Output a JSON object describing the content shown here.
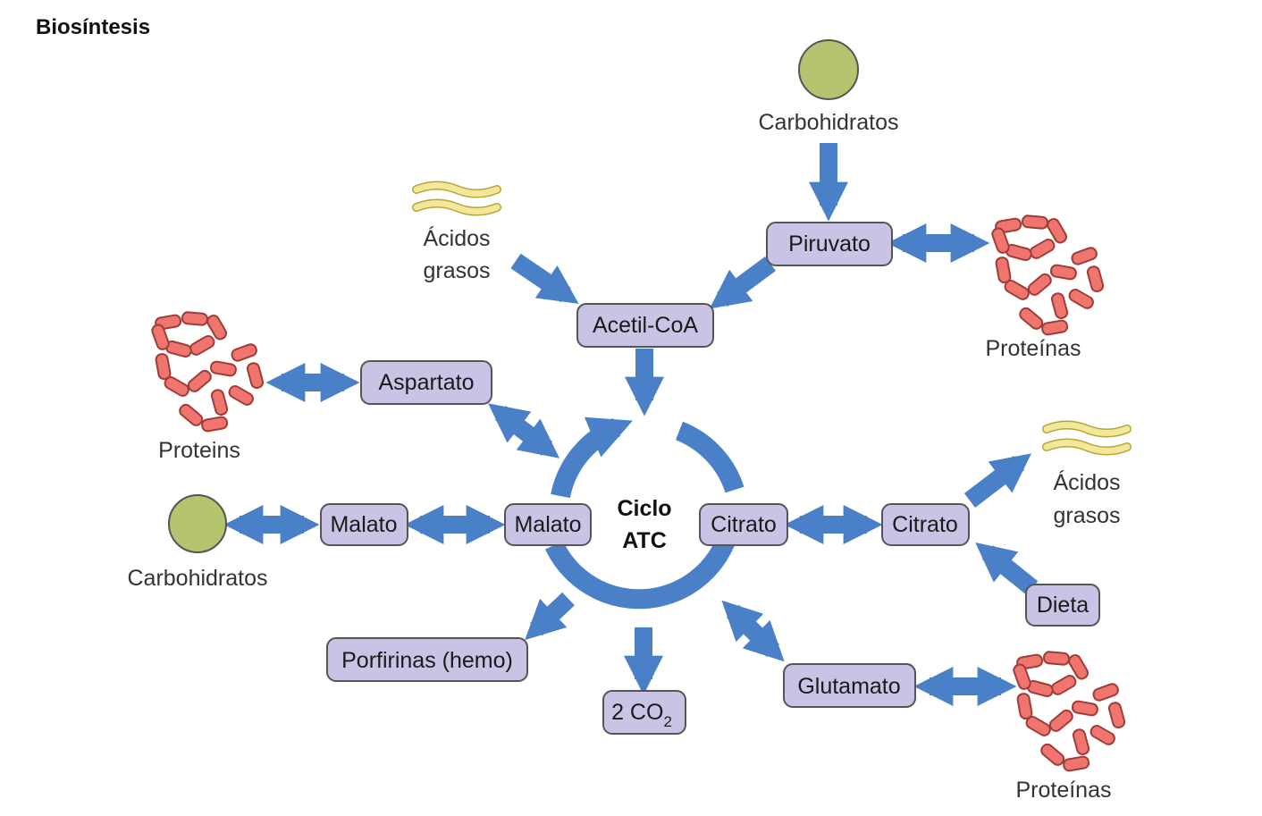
{
  "title": "Biosíntesis",
  "colors": {
    "arrow": "#4a80c8",
    "box_fill": "#c9c3e6",
    "box_stroke": "#555555",
    "carb_fill": "#b5c46e",
    "lipid_fill": "#f4e79a",
    "protein_fill": "#f0756e"
  },
  "cycle": {
    "line1": "Ciclo",
    "line2": "ATC"
  },
  "boxes": {
    "piruvato": "Piruvato",
    "acetil": "Acetil-CoA",
    "aspartato": "Aspartato",
    "malato_outer": "Malato",
    "malato_inner": "Malato",
    "citrato_inner": "Citrato",
    "citrato_outer": "Citrato",
    "dieta": "Dieta",
    "glutamato": "Glutamato",
    "porfirinas": "Porfirinas (hemo)",
    "co2_main": "2 CO",
    "co2_sub": "2"
  },
  "labels": {
    "carb_top": "Carbohidratos",
    "acidos_left_1": "Ácidos",
    "acidos_left_2": "grasos",
    "proteinas_top_right": "Proteínas",
    "proteins_left": "Proteins",
    "carb_left": "Carbohidratos",
    "acidos_right_1": "Ácidos",
    "acidos_right_2": "grasos",
    "proteinas_bottom_right": "Proteínas"
  },
  "icons": {
    "carbohydrate": "green-circle-icon",
    "fatty_acid": "yellow-wavy-lines-icon",
    "protein": "red-bead-chain-icon"
  }
}
